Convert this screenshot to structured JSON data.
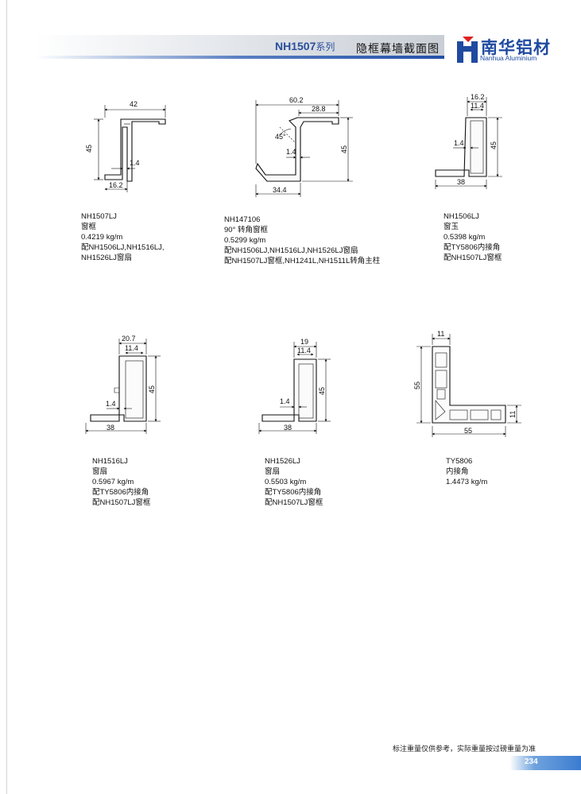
{
  "header": {
    "series_code": "NH1507",
    "series_suffix": "系列",
    "title": "隐框幕墙截面图",
    "brand_cn": "南华铝材",
    "brand_en": "Nanhua Aluminium",
    "brand_color": "#1f4aa0"
  },
  "profiles": [
    {
      "code": "NH1507LJ",
      "name": "窗框",
      "weight": "0.4219 kg/m",
      "notes": [
        "配NH1506LJ,NH1516LJ,",
        "NH1526LJ窗扇"
      ],
      "dims": {
        "width": "42",
        "height": "45",
        "wall": "1.4",
        "base": "16.2"
      }
    },
    {
      "code": "NH147106",
      "name": "90°  转角窗框",
      "weight": "0.5299 kg/m",
      "notes": [
        "配NH1506LJ,NH1516LJ,NH1526LJ窗扇",
        "配NH1507LJ窗框,NH1241L,NH1511L转角主柱"
      ],
      "dims": {
        "width": "60.2",
        "top": "28.8",
        "height": "45",
        "angle": "45°",
        "wall": "1.4",
        "base": "34.4"
      }
    },
    {
      "code": "NH1506LJ",
      "name": "窗玉",
      "weight": "0.5398 kg/m",
      "notes": [
        "配TY5806内接角",
        "配NH1507LJ窗框"
      ],
      "dims": {
        "outer": "16.2",
        "inner": "11.4",
        "height": "45",
        "wall": "1.4",
        "base": "38"
      }
    },
    {
      "code": "NH1516LJ",
      "name": "窗扇",
      "weight": "0.5967 kg/m",
      "notes": [
        "配TY5806内接角",
        "配NH1507LJ窗框"
      ],
      "dims": {
        "outer": "20.7",
        "inner": "11.4",
        "height": "45",
        "wall": "1.4",
        "base": "38"
      }
    },
    {
      "code": "NH1526LJ",
      "name": "窗扇",
      "weight": "0.5503 kg/m",
      "notes": [
        "配TY5806内接角",
        "配NH1507LJ窗框"
      ],
      "dims": {
        "outer": "19",
        "inner": "11.4",
        "height": "45",
        "wall": "1.4",
        "base": "38"
      }
    },
    {
      "code": "TY5806",
      "name": "内接角",
      "weight": "1.4473 kg/m",
      "notes": [],
      "dims": {
        "top": "11",
        "height": "55",
        "right": "11",
        "base": "55"
      }
    }
  ],
  "footer": {
    "note": "标注重量仅供参考，实际重量按过磅重量为准",
    "page": "234"
  }
}
